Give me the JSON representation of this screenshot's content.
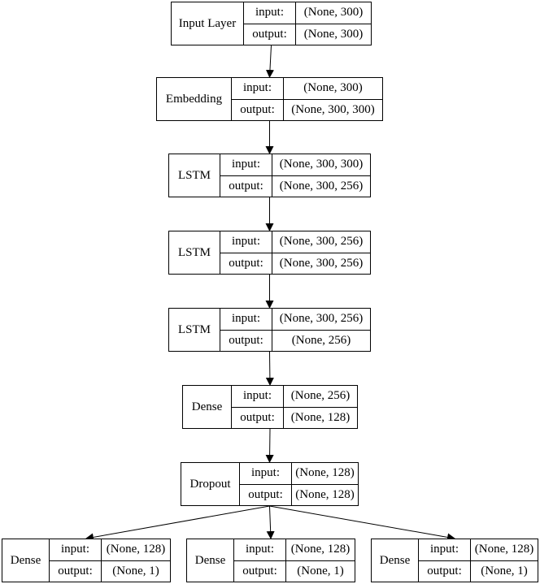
{
  "nodes": [
    {
      "name": "Input Layer",
      "input_label": "input:",
      "output_label": "output:",
      "input": "(None, 300)",
      "output": "(None, 300)"
    },
    {
      "name": "Embedding",
      "input_label": "input:",
      "output_label": "output:",
      "input": "(None, 300)",
      "output": "(None, 300, 300)"
    },
    {
      "name": "LSTM",
      "input_label": "input:",
      "output_label": "output:",
      "input": "(None, 300, 300)",
      "output": "(None, 300, 256)"
    },
    {
      "name": "LSTM",
      "input_label": "input:",
      "output_label": "output:",
      "input": "(None, 300, 256)",
      "output": "(None, 300, 256)"
    },
    {
      "name": "LSTM",
      "input_label": "input:",
      "output_label": "output:",
      "input": "(None, 300, 256)",
      "output": "(None, 256)"
    },
    {
      "name": "Dense",
      "input_label": "input:",
      "output_label": "output:",
      "input": "(None, 256)",
      "output": "(None, 128)"
    },
    {
      "name": "Dropout",
      "input_label": "input:",
      "output_label": "output:",
      "input": "(None, 128)",
      "output": "(None, 128)"
    },
    {
      "name": "Dense",
      "input_label": "input:",
      "output_label": "output:",
      "input": "(None, 128)",
      "output": "(None, 1)"
    },
    {
      "name": "Dense",
      "input_label": "input:",
      "output_label": "output:",
      "input": "(None, 128)",
      "output": "(None, 1)"
    },
    {
      "name": "Dense",
      "input_label": "input:",
      "output_label": "output:",
      "input": "(None, 128)",
      "output": "(None, 1)"
    }
  ],
  "edges": [
    [
      0,
      1
    ],
    [
      1,
      2
    ],
    [
      2,
      3
    ],
    [
      3,
      4
    ],
    [
      4,
      5
    ],
    [
      5,
      6
    ],
    [
      6,
      7
    ],
    [
      6,
      8
    ],
    [
      6,
      9
    ]
  ]
}
